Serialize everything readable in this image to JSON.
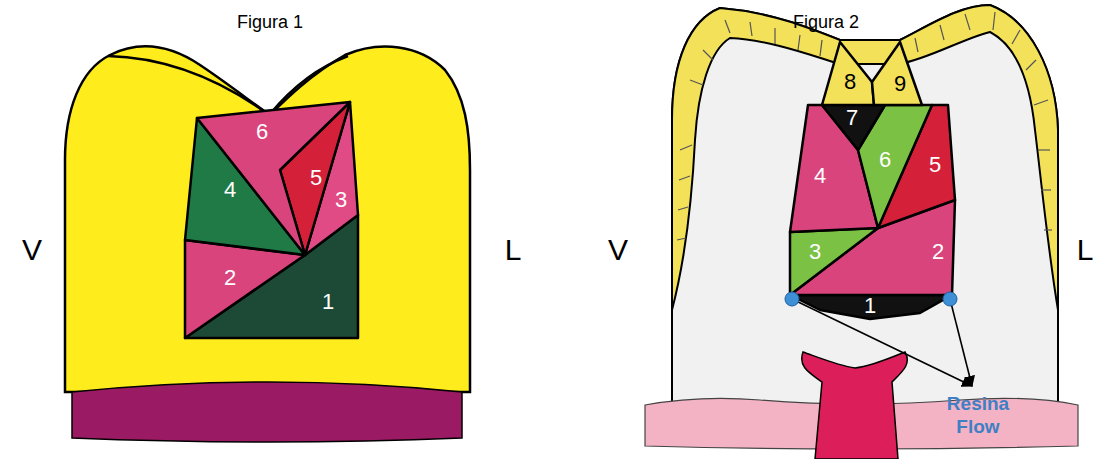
{
  "diagram": {
    "nodes": [
      {
        "text": [
          "1"
        ]
      },
      {
        "text": [
          "2"
        ]
      },
      {
        "text": [
          "3"
        ]
      },
      {
        "text": [
          "4"
        ]
      },
      {
        "text": [
          "5"
        ]
      },
      {
        "text": [
          "6"
        ]
      },
      {
        "text": [
          "1"
        ]
      },
      {
        "text": [
          "2"
        ]
      },
      {
        "text": [
          "3"
        ]
      },
      {
        "text": [
          "4"
        ]
      },
      {
        "text": [
          "5"
        ]
      },
      {
        "text": [
          "6"
        ]
      },
      {
        "text": [
          "7"
        ]
      },
      {
        "text": [
          "8"
        ]
      },
      {
        "text": [
          "9"
        ]
      }
    ],
    "labels": [
      "Figura 1",
      "Figura 2",
      "V",
      "L",
      "V",
      "L",
      "Resina Flow"
    ]
  }
}
